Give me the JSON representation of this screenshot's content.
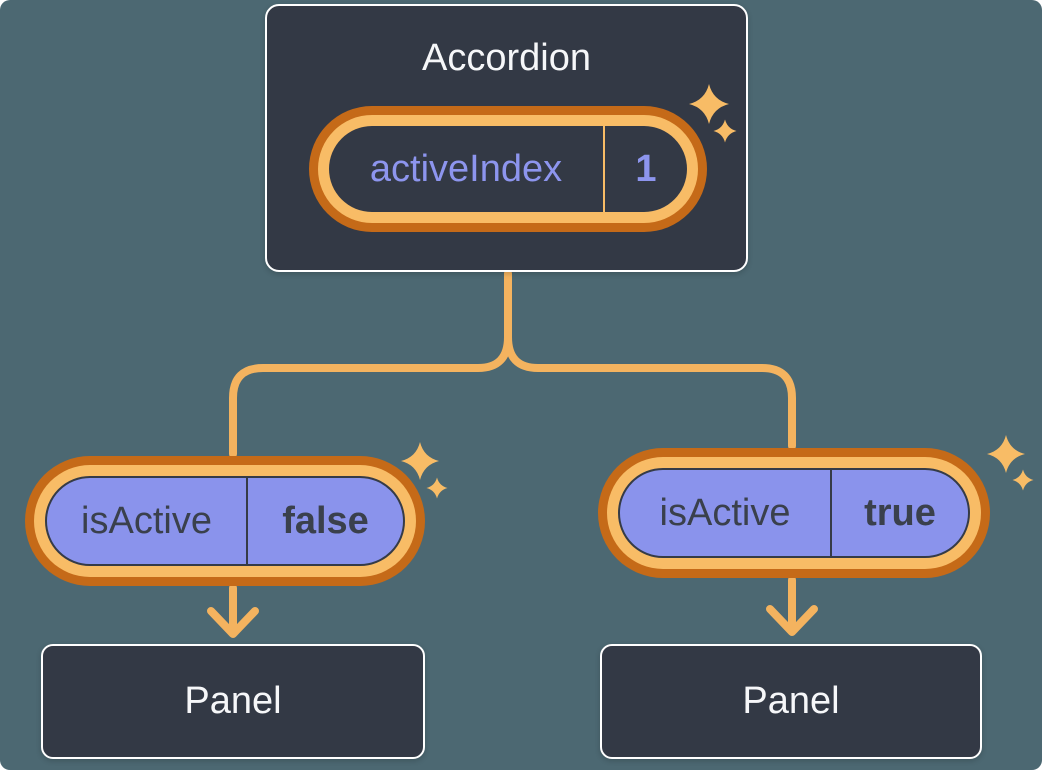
{
  "colors": {
    "background": "#4C6872",
    "card_bg": "#333945",
    "card_border": "#FFFFFF",
    "text_light": "#F6F7F9",
    "purple": "#8A93EC",
    "purple_text": "#8D95EE",
    "dark_text": "#3A404C",
    "pill_outline": "#353B47",
    "orange_dark": "#C56A18",
    "orange_light": "#F8BC66",
    "line": "#F4B35F"
  },
  "accordion": {
    "title": "Accordion",
    "state_pill": {
      "label": "activeIndex",
      "value": "1"
    }
  },
  "children": [
    {
      "prop_pill": {
        "label": "isActive",
        "value": "false"
      },
      "panel": {
        "title": "Panel"
      }
    },
    {
      "prop_pill": {
        "label": "isActive",
        "value": "true"
      },
      "panel": {
        "title": "Panel"
      }
    }
  ],
  "icons": {
    "sparkle": "sparkle-icon"
  }
}
